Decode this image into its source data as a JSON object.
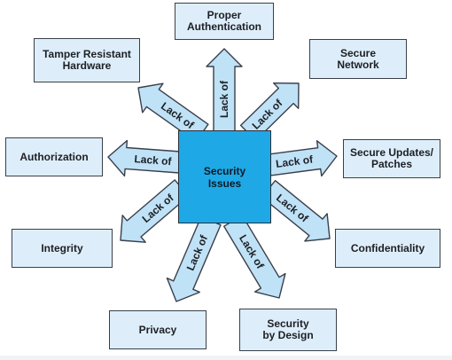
{
  "diagram": {
    "center_label": "Security\nIssues",
    "arrow_label": "Lack of",
    "colors": {
      "center_fill": "#1fa8e6",
      "box_fill": "#ddeefa",
      "arrow_fill": "#bfe2f7",
      "stroke": "#3a3f4a"
    },
    "nodes": [
      {
        "id": "proper-authentication",
        "label": "Proper\nAuthentication"
      },
      {
        "id": "secure-network",
        "label": "Secure\nNetwork"
      },
      {
        "id": "secure-updates-patches",
        "label": "Secure Updates/\nPatches"
      },
      {
        "id": "confidentiality",
        "label": "Confidentiality"
      },
      {
        "id": "security-by-design",
        "label": "Security\nby Design"
      },
      {
        "id": "privacy",
        "label": "Privacy"
      },
      {
        "id": "integrity",
        "label": "Integrity"
      },
      {
        "id": "authorization",
        "label": "Authorization"
      },
      {
        "id": "tamper-resistant-hardware",
        "label": "Tamper Resistant\nHardware"
      }
    ]
  }
}
